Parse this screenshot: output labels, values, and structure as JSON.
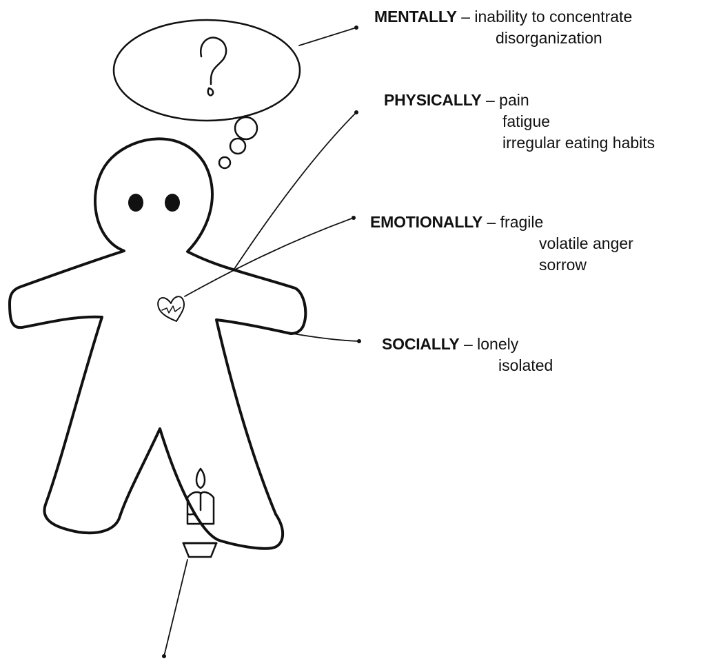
{
  "categories": [
    {
      "id": "mentally",
      "heading": "MENTALLY",
      "separator": "–",
      "items": [
        "inability to concentrate",
        "disorganization"
      ]
    },
    {
      "id": "physically",
      "heading": "PHYSICALLY",
      "separator": "–",
      "items": [
        "pain",
        "fatigue",
        "irregular eating habits"
      ]
    },
    {
      "id": "emotionally",
      "heading": "EMOTIONALLY",
      "separator": "–",
      "items": [
        "fragile",
        "volatile anger",
        "sorrow"
      ]
    },
    {
      "id": "socially",
      "heading": "SOCIALLY",
      "separator": "–",
      "items": [
        "lonely",
        "isolated"
      ]
    }
  ],
  "icons": {
    "thought": "question-mark-icon",
    "heart": "broken-heart-icon",
    "candle": "candle-icon"
  },
  "colors": {
    "ink": "#111111",
    "paper": "#ffffff"
  }
}
